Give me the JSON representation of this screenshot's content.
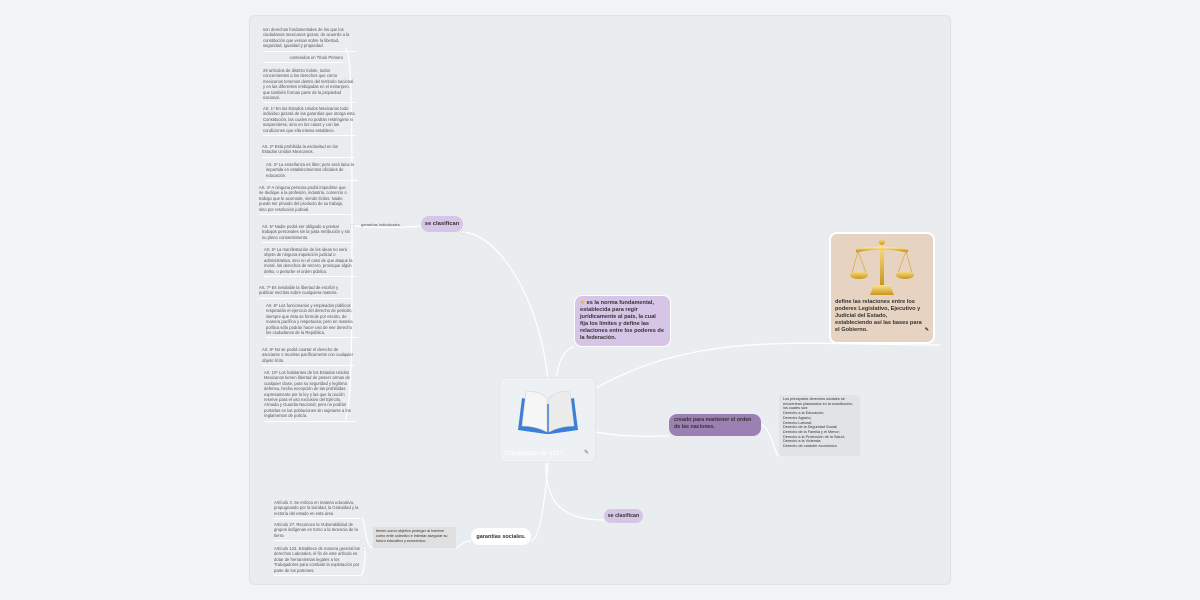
{
  "central": {
    "label": "Constitución de 1917",
    "icon": "book-icon"
  },
  "individual": {
    "branch_label": "se clasifican",
    "sub_label": "garantías individuales.",
    "items": [
      "son derechos fundamentales de los que los ciudadanos mexicanos gozan; de acuerdo a la constitución que versan sobre la libertad, seguridad, igualdad y propiedad.",
      "contenidos en Título Primero",
      "29 artículos de distinto índole, todos concernientes a los derechos que como mexicanos tenemos dentro del territorio nacional y en las diferentes embajadas en el extranjero, que también forman parte de la propiedad nacional.",
      "Art. 1º En los Estados Unidos Mexicanos todo individuo gozará de las garantías que otorga esta Constitución, las cuales no podrán restringirse ni suspenderse, sino en los casos y con las condiciones que ella misma establece.",
      "Art. 2º Está prohibida la esclavitud en los Estados Unidos Mexicanos.",
      "Art. 3º La enseñanza es libre; pero será laica la impartida en establecimientos oficiales de educación.",
      "Art. 4º A ninguna persona podrá impedirse que se dedique a la profesión, industria, comercio o trabajo que le acomode, siendo lícitos. Nadie puede ser privado del producto de su trabajo, sino por resolución judicial.",
      "Art. 5º Nadie podrá ser obligado a prestar trabajos personales sin la justa retribución y sin su pleno consentimiento.",
      "Art. 6º La manifestación de las ideas no será objeto de ninguna inquisición judicial o administrativa, sino en el caso de que ataque la moral, los derechos de tercero, provoque algún delito, o perturbe el orden público.",
      "Art. 7º Es inviolable la libertad de escribir y publicar escritos sobre cualquiera materia.",
      "Art. 8º Los funcionarios y empleados públicos respetarán el ejercicio del derecho de petición, siempre que ésta se formule por escrito, de manera pacífica y respetuosa; pero en materia política sólo podrán hacer uso de ese derecho los ciudadanos de la República.",
      "Art. 9º No se podrá coartar el derecho de asociarse o reunirse pacíficamente con cualquier objeto lícito.",
      "Art. 10º Los habitantes de los Estados Unidos Mexicanos tienen libertad de poseer armas de cualquier clase, para su seguridad y legítima defensa, hecha excepción de las prohibidas expresamente por la ley y las que la nación reserve para el uso exclusivo del Ejército, Armada y Guardia Nacional; pero no podrán portarlas en las poblaciones sin sujetarse a los reglamentos de policía."
    ]
  },
  "definition": {
    "icon": "star-icon",
    "text": "es la norma fundamental, establecida para regir jurídicamente al país, la cual fija los límites y define las relaciones entre los poderes de la federación."
  },
  "powers": {
    "icon": "scales-of-justice-icon",
    "text": "define las relaciones entre los poderes Legislativo, Ejecutivo y Judicial del Estado, estableciendo así las bases para el Gobierno."
  },
  "order": {
    "text": "creado para mantener el orden de las naciones.",
    "details": "Los principales derechos sociales se encuentran plasmados en la constitución, los cuales son:",
    "rights": [
      "Derecho a la Educación;",
      "Derecho Agrario;",
      "Derecho Laboral;",
      "Derecho de la Seguridad Social;",
      "Derecho de la Familia y el Menor;",
      "Derecho a la Protección de la Salud;",
      "Derecho a la Vivienda;",
      "Derecho de carácter económico"
    ]
  },
  "social": {
    "branch_label": "se clasifican",
    "sub_label": "garantías sociales.",
    "goal": "tienen como objetivo proteger al hombre como ente colectivo e intentar asegurar su futuro educativo y económico.",
    "items": [
      "Artículo 3. Se enfoca en materia educativa, propugnando por la laicidad, la Gratuidad y la rectoría del estado en esta área",
      "Artículo 27. Reconoce la Vulnerabilidad de grupos indígenas en torno a la tenencia de la tierra",
      "Artículo 123. Establece de manera general los derechos Laborales, el fin de este artículo es dotar de herramientas legales a los Trabajadores para combatir la explotación por parte de los patrones."
    ]
  },
  "colors": {
    "purple_light": "#d7c5e7",
    "purple_dark": "#9c80b3",
    "beige": "#e6d3c1"
  }
}
